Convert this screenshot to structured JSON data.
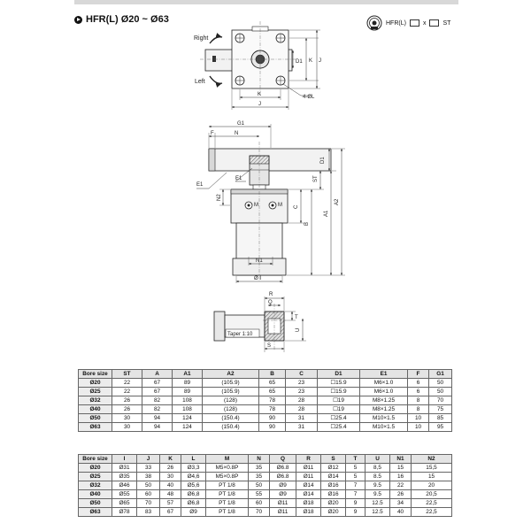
{
  "heading": {
    "title": "HFR(L)  Ø20 ~ Ø63"
  },
  "model_code": {
    "text_a": "HFR(L)",
    "sep": "x",
    "text_b": "ST"
  },
  "top_view": {
    "right_label": "Right",
    "left_label": "Left",
    "dim_k": "K",
    "dim_j": "J",
    "dim_d1": "D1",
    "dim_hole": "4-ØL"
  },
  "side_view": {
    "g1": "G1",
    "f": "F",
    "n": "N",
    "e1": "E1",
    "d1": "D1",
    "st": "ST",
    "n2": "N2",
    "m": "M",
    "c": "C",
    "b": "B",
    "a1": "A1",
    "a2": "A2",
    "n1": "N1",
    "i": "Ø I"
  },
  "detail_view": {
    "r": "R",
    "q": "Q",
    "t": "T",
    "u": "U",
    "s": "S",
    "taper": "Taper 1:10"
  },
  "table1": {
    "headers": [
      "Bore size",
      "ST",
      "A",
      "A1",
      "A2",
      "B",
      "C",
      "D1",
      "E1",
      "F",
      "G1"
    ],
    "rows": [
      [
        "Ø20",
        "22",
        "67",
        "89",
        "(105.9)",
        "65",
        "23",
        "☐15.9",
        "M6×1.0",
        "6",
        "50"
      ],
      [
        "Ø25",
        "22",
        "67",
        "89",
        "(105.9)",
        "65",
        "23",
        "☐15.9",
        "M6×1.0",
        "6",
        "50"
      ],
      [
        "Ø32",
        "26",
        "82",
        "108",
        "(128)",
        "78",
        "28",
        "☐19",
        "M8×1.25",
        "8",
        "70"
      ],
      [
        "Ø40",
        "26",
        "82",
        "108",
        "(128)",
        "78",
        "28",
        "☐19",
        "M8×1.25",
        "8",
        "75"
      ],
      [
        "Ø50",
        "30",
        "94",
        "124",
        "(150.4)",
        "90",
        "31",
        "☐25.4",
        "M10×1.5",
        "10",
        "85"
      ],
      [
        "Ø63",
        "30",
        "94",
        "124",
        "(150.4)",
        "90",
        "31",
        "☐25.4",
        "M10×1.5",
        "10",
        "95"
      ]
    ]
  },
  "table2": {
    "headers": [
      "Bore size",
      "I",
      "J",
      "K",
      "L",
      "M",
      "N",
      "Q",
      "R",
      "S",
      "T",
      "U",
      "N1",
      "N2"
    ],
    "rows": [
      [
        "Ø20",
        "Ø31",
        "33",
        "26",
        "Ø3,3",
        "M5×0.8P",
        "35",
        "Ø6.8",
        "Ø11",
        "Ø12",
        "5",
        "8,5",
        "15",
        "15,5"
      ],
      [
        "Ø25",
        "Ø35",
        "38",
        "30",
        "Ø4,6",
        "M5×0.8P",
        "35",
        "Ø6.8",
        "Ø11",
        "Ø14",
        "5",
        "8.5",
        "16",
        "15"
      ],
      [
        "Ø32",
        "Ø46",
        "50",
        "40",
        "Ø5,6",
        "PT 1/8",
        "50",
        "Ø9",
        "Ø14",
        "Ø16",
        "7",
        "9.5",
        "22",
        "20"
      ],
      [
        "Ø40",
        "Ø55",
        "60",
        "48",
        "Ø6,8",
        "PT 1/8",
        "55",
        "Ø9",
        "Ø14",
        "Ø16",
        "7",
        "9.5",
        "26",
        "20,5"
      ],
      [
        "Ø50",
        "Ø65",
        "70",
        "57",
        "Ø6,8",
        "PT 1/8",
        "60",
        "Ø11",
        "Ø18",
        "Ø20",
        "9",
        "12.5",
        "34",
        "22,5"
      ],
      [
        "Ø63",
        "Ø78",
        "83",
        "67",
        "Ø9",
        "PT 1/8",
        "70",
        "Ø11",
        "Ø18",
        "Ø20",
        "9",
        "12.5",
        "40",
        "22,5"
      ]
    ]
  }
}
